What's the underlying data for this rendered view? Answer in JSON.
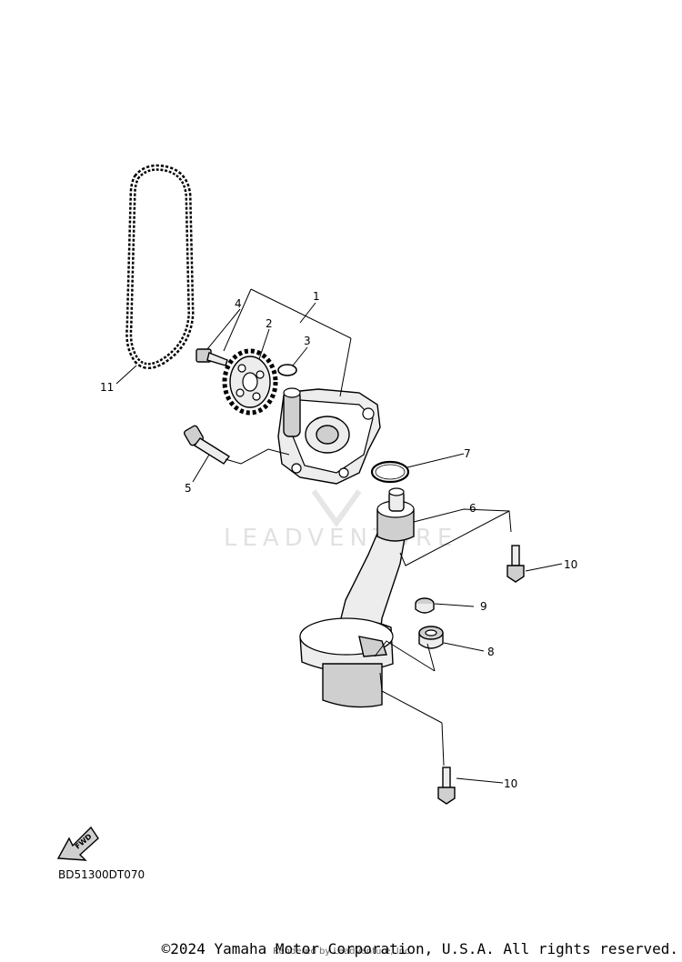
{
  "diagram": {
    "code": "BD51300DT070",
    "fwd_label": "FWD",
    "watermark": "LEADVENTURE",
    "copyright": "©2024 Yamaha Motor Corporation, U.S.A. All rights reserved.",
    "rendered_by": "Rendered by LeadVenture, Inc."
  },
  "callouts": [
    {
      "id": "c1",
      "label": "1"
    },
    {
      "id": "c2",
      "label": "2"
    },
    {
      "id": "c3",
      "label": "3"
    },
    {
      "id": "c4",
      "label": "4"
    },
    {
      "id": "c5",
      "label": "5"
    },
    {
      "id": "c6",
      "label": "6"
    },
    {
      "id": "c7",
      "label": "7"
    },
    {
      "id": "c8",
      "label": "8"
    },
    {
      "id": "c9",
      "label": "9"
    },
    {
      "id": "c10a",
      "label": "10"
    },
    {
      "id": "c10b",
      "label": "10"
    },
    {
      "id": "c11",
      "label": "11"
    }
  ]
}
